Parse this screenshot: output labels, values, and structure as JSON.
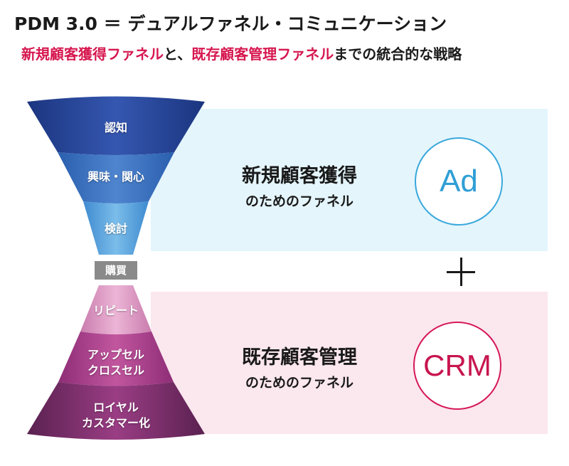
{
  "title": "PDM 3.0 ＝ デュアルファネル・コミュニケーション",
  "subtitle": {
    "part1": "新規顧客獲得ファネル",
    "part2": "と、",
    "part3": "既存顧客管理ファネル",
    "part4": "までの統合的な戦略"
  },
  "acquisition_funnel": {
    "stages": [
      "認知",
      "興味・関心",
      "検討"
    ],
    "panel_title": "新規顧客獲得",
    "panel_subtitle": "のためのファネル",
    "badge": "Ad"
  },
  "purchase": "購買",
  "retention_funnel": {
    "stages": [
      {
        "line1": "リピート",
        "line2": ""
      },
      {
        "line1": "アップセル",
        "line2": "クロスセル"
      },
      {
        "line1": "ロイヤル",
        "line2": "カスタマー化"
      }
    ],
    "panel_title": "既存顧客管理",
    "panel_subtitle": "のためのファネル",
    "badge": "CRM"
  },
  "colors": {
    "highlight": "#d6174f",
    "ad_panel": "#e4f5fc",
    "crm_panel": "#fbe7ee",
    "ad_accent": "#3aa8dc",
    "crm_accent": "#d6175a",
    "top_funnel_dark": "#1f3f95",
    "top_funnel_light": "#6ab3e6",
    "bottom_funnel_light": "#e8a3c9",
    "bottom_funnel_dark": "#7a2a63",
    "purchase_box": "#8a8a8a"
  }
}
